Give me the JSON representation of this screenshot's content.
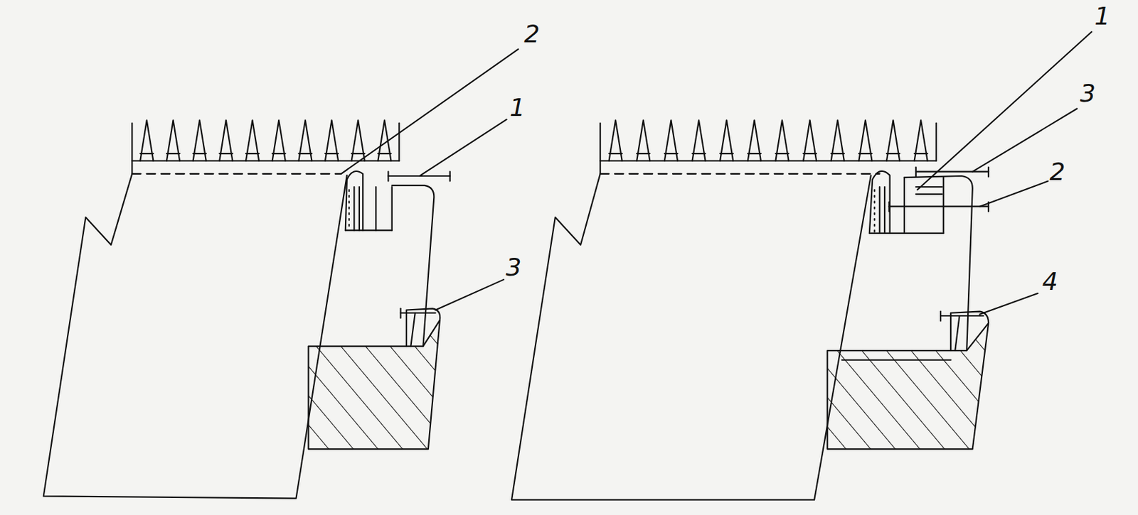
{
  "diagram": {
    "labels": [
      "2",
      "1",
      "3",
      "1",
      "3",
      "2",
      "4"
    ]
  }
}
